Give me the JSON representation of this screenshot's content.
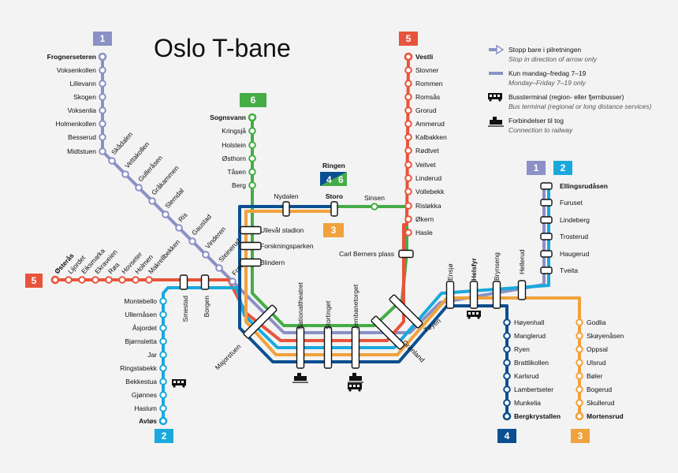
{
  "title": "Oslo T-bane",
  "colors": {
    "l1": "#8b91c5",
    "l2": "#19a9dc",
    "l3": "#f0a23d",
    "l4": "#0a4f91",
    "l5": "#e8543b",
    "l6": "#45ac46"
  },
  "line_numbers": {
    "l1": "1",
    "l2": "2",
    "l3": "3",
    "l4": "4",
    "l5": "5",
    "l6": "6"
  },
  "ringen": {
    "label": "Ringen",
    "a": "4",
    "b": "6"
  },
  "legend": {
    "arrow_en": "Stopp bare i pilretningen",
    "arrow_sub": "Stop in direction of arrow only",
    "mf_en": "Kun mandag–fredag 7–19",
    "mf_sub": "Monday–Friday 7–19 only",
    "bus_en": "Bussterminal (region- eller fjernbusser)",
    "bus_sub": "Bus terminal (regional or long distance services)",
    "train_en": "Forbindelser til tog",
    "train_sub": "Connection to railway"
  },
  "stations": {
    "frognerseteren": "Frognerseteren",
    "voksenkollen": "Voksenkollen",
    "lillevann": "Lillevann",
    "skogen": "Skogen",
    "voksenlia": "Voksenlia",
    "holmenkollen": "Holmenkollen",
    "besserud": "Besserud",
    "midtstuen": "Midtstuen",
    "skadalen": "Skådalen",
    "vettakollen": "Vettakollen",
    "gulleraasen": "Gulleråsen",
    "gaakammen": "Gråkammen",
    "slemdal": "Slemdal",
    "ris": "Ris",
    "gaustad": "Gaustad",
    "vinderen": "Vinderen",
    "steinerud": "Steinerud",
    "fraen": "Frøen",
    "sognsvann": "Sognsvann",
    "kringsja": "Kringsjå",
    "holstein": "Holstein",
    "osthorn": "Østhorn",
    "tasen": "Tåsen",
    "berg": "Berg",
    "ullevaal": "Ullevål stadion",
    "forskningsparken": "Forskningsparken",
    "blindern": "Blindern",
    "nydalen": "Nydalen",
    "storo": "Storo",
    "sinsen": "Sinsen",
    "carl_berner": "Carl Berners plass",
    "vestli": "Vestli",
    "stovner": "Stovner",
    "rommen": "Rommen",
    "romsas": "Romsås",
    "grorud": "Grorud",
    "ammerud": "Ammerud",
    "kalbakken": "Kalbakken",
    "rodtvet": "Rødtvet",
    "veitvet": "Veitvet",
    "linderud": "Linderud",
    "vollebekk": "Vollebekk",
    "rislokka": "Risløkka",
    "okern": "Økern",
    "hasle": "Hasle",
    "osteras": "Østerås",
    "lijordet": "Lijordet",
    "eiksmarka": "Eiksmarka",
    "ekraveien": "Ekraveien",
    "roa": "Røa",
    "hovseter": "Hovseter",
    "holmen": "Holmen",
    "makrellbekken": "Makrellbekken",
    "smestad": "Smestad",
    "borgen": "Borgen",
    "majorstuen": "Majorstuen",
    "nationaltheatret": "Nationaltheatret",
    "stortinget": "Stortinget",
    "jernbanetorget": "Jernbanetorget",
    "gronland": "Grønland",
    "toyen": "Tøyen",
    "montebello": "Montebello",
    "ullernasen": "Ullernåsen",
    "asjordet": "Åsjordet",
    "bjornsletta": "Bjørnsletta",
    "jar": "Jar",
    "ringstabekk": "Ringstabekk",
    "bekkestua": "Bekkestua",
    "gjonnes": "Gjønnes",
    "haslum": "Haslum",
    "avlos": "Avløs",
    "ensjo": "Ensjø",
    "helsfyr": "Helsfyr",
    "brynseng": "Brynseng",
    "hellerud": "Hellerud",
    "ellingsrudasen": "Ellingsrudåsen",
    "furuset": "Furuset",
    "lindeberg": "Lindeberg",
    "trosterud": "Trosterud",
    "haugerud": "Haugerud",
    "tveita": "Tveita",
    "hoyenhall": "Høyenhall",
    "manglerud": "Manglerud",
    "ryen": "Ryen",
    "brattlikollen": "Brattlikollen",
    "karlsrud": "Karlsrud",
    "lambertseter": "Lambertseter",
    "munkelia": "Munkelia",
    "bergkrystallen": "Bergkrystallen",
    "godlia": "Godlia",
    "skoyenasen": "Skøyenåsen",
    "oppsal": "Oppsal",
    "ulsrud": "Ulsrud",
    "boler": "Bøler",
    "bogerud": "Bogerud",
    "skullerud": "Skullerud",
    "mortensrud": "Mortensrud"
  }
}
